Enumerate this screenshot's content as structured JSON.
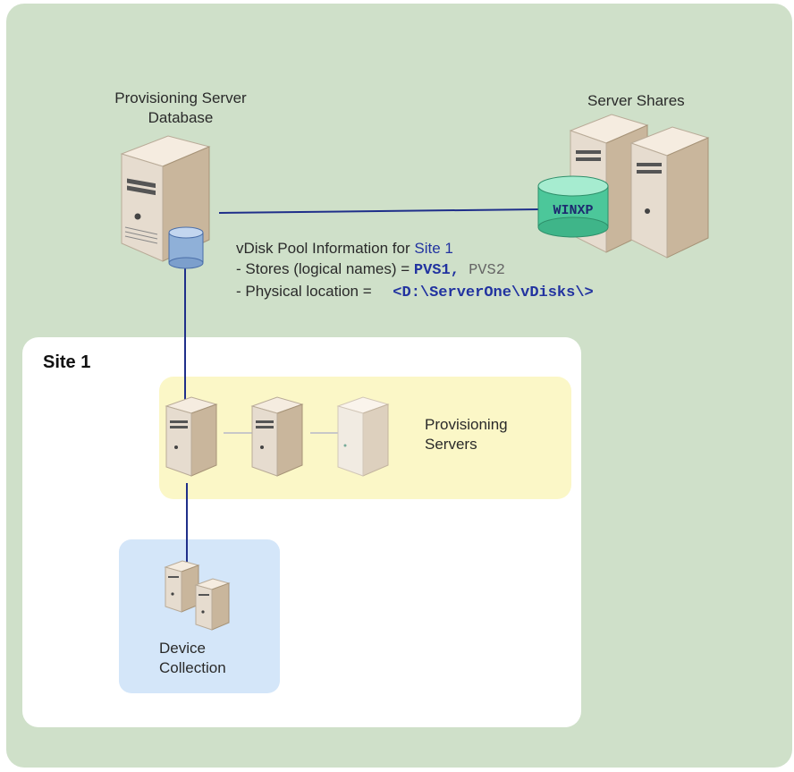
{
  "database": {
    "label_line1": "Provisioning Server",
    "label_line2": "Database"
  },
  "shares": {
    "label": "Server Shares",
    "store_badge": "WINXP"
  },
  "pool_info": {
    "heading_prefix": "vDisk Pool Information for ",
    "heading_site": "Site 1",
    "stores_prefix": "- Stores (logical names) = ",
    "store_primary": "PVS1,",
    "store_secondary": " PVS2",
    "location_prefix": "- Physical location = ",
    "location_value": "<D:\\ServerOne\\vDisks\\>"
  },
  "site": {
    "title": "Site 1"
  },
  "provisioning_servers": {
    "label_line1": "Provisioning",
    "label_line2": "Servers"
  },
  "device_collection": {
    "label_line1": "Device",
    "label_line2": "Collection"
  },
  "colors": {
    "background": "#cfe0c9",
    "site": "#ffffff",
    "provisioning_area": "#fbf7c7",
    "device_area": "#d4e6f9",
    "link": "#1f2f8a",
    "db_cylinder": "#8fb0d8",
    "share_cylinder": "#4cc79a"
  }
}
